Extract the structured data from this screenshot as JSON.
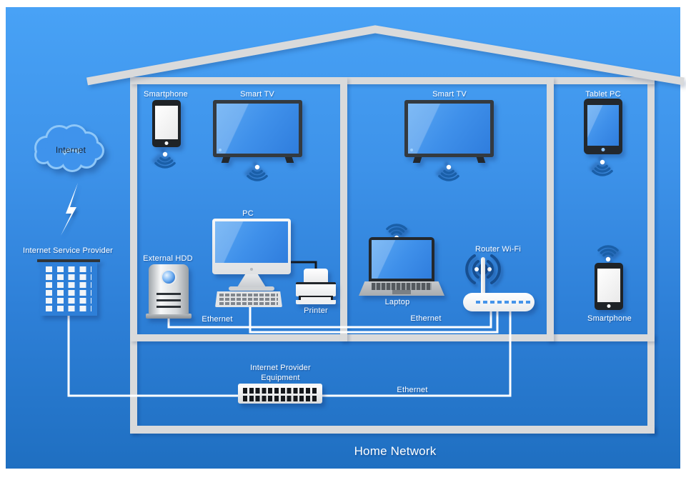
{
  "title": {
    "label": "Home Network"
  },
  "internet_cloud": {
    "label": "Internet"
  },
  "isp": {
    "label": "Internet Service Provider"
  },
  "rooms": {
    "left": {
      "smartphone": "Smartphone",
      "smart_tv": "Smart TV",
      "pc": "PC",
      "external_hdd": "External HDD",
      "ethernet": "Ethernet",
      "printer": "Printer"
    },
    "middle": {
      "smart_tv": "Smart TV",
      "laptop": "Laptop",
      "ethernet": "Ethernet",
      "router": "Router Wi-Fi"
    },
    "right": {
      "tablet": "Tablet PC",
      "smartphone": "Smartphone"
    }
  },
  "basement": {
    "equipment": "Internet Provider Equipment",
    "ethernet": "Ethernet"
  },
  "colors": {
    "background_top": "#48a2f6",
    "background_bottom": "#1f6fc1",
    "wall": "#d9dadb",
    "cable": "#ffffff",
    "screen_blue": "#3f90ea",
    "device_frame": "#23282d",
    "wifi": "#1a5fa8",
    "label_text": "#ffffff"
  }
}
